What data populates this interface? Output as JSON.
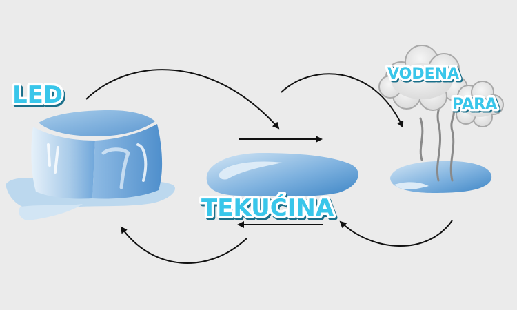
{
  "labels": {
    "solid": "LED",
    "liquid": "TEKUĆINA",
    "gas_line1": "VODENA",
    "gas_line2": "PARA"
  },
  "colors": {
    "background": "#ebebeb",
    "label_fill": "#39c6ea",
    "label_outline": "#ffffff",
    "water_light": "#bcd9ef",
    "water_dark": "#3e86c6",
    "arrow": "#111111"
  },
  "icons": [
    "ice-cube-icon",
    "water-puddle-icon",
    "steam-cloud-icon"
  ]
}
